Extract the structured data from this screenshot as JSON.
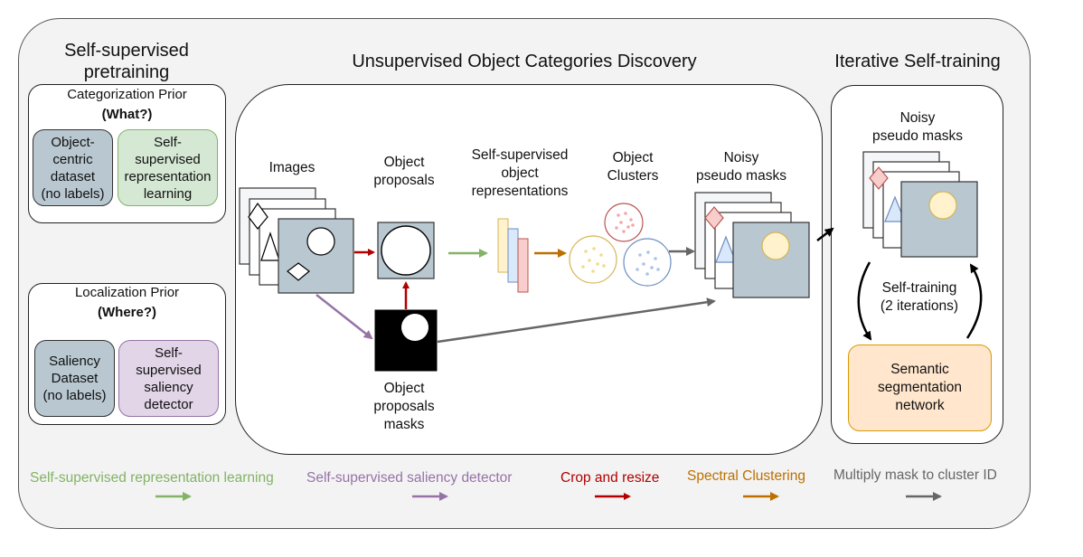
{
  "sections": {
    "pretraining_title": "Self-supervised\npretraining",
    "discovery_title": "Unsupervised Object Categories Discovery",
    "selftraining_title": "Iterative Self-training"
  },
  "categorization_prior": {
    "title": "Categorization Prior",
    "subtitle": "(What?)",
    "box_left": "Object-\ncentric\ndataset\n(no labels)",
    "box_right": "Self-\nsupervised\nrepresentation\nlearning"
  },
  "localization_prior": {
    "title": "Localization Prior",
    "subtitle": "(Where?)",
    "box_left": "Saliency\nDataset\n(no labels)",
    "box_right": "Self-\nsupervised\nsaliency\ndetector"
  },
  "pipeline": {
    "images": "Images",
    "object_proposals": "Object\nproposals",
    "representations": "Self-supervised\nobject\nrepresentations",
    "object_clusters": "Object\nClusters",
    "noisy_masks": "Noisy\npseudo masks",
    "proposal_masks": "Object\nproposals\nmasks"
  },
  "self_training": {
    "noisy_masks": "Noisy\npseudo masks",
    "loop_label": "Self-training\n(2 iterations)",
    "network": "Semantic\nsegmentation\nnetwork"
  },
  "legend": [
    {
      "label": "Self-supervised representation learning",
      "color": "#82b366"
    },
    {
      "label": "Self-supervised saliency detector",
      "color": "#9673a6"
    },
    {
      "label": "Crop and resize",
      "color": "#b20000"
    },
    {
      "label": "Spectral Clustering",
      "color": "#bd7000"
    },
    {
      "label": "Multiply mask to cluster ID",
      "color": "#666666"
    }
  ],
  "colors": {
    "gray_blue": "#b8c7d0",
    "green_box": "#d5e8d4",
    "purple_box": "#e1d5e7",
    "orange_box": "#ffe6cc",
    "outer_bg": "#f3f3f3"
  }
}
